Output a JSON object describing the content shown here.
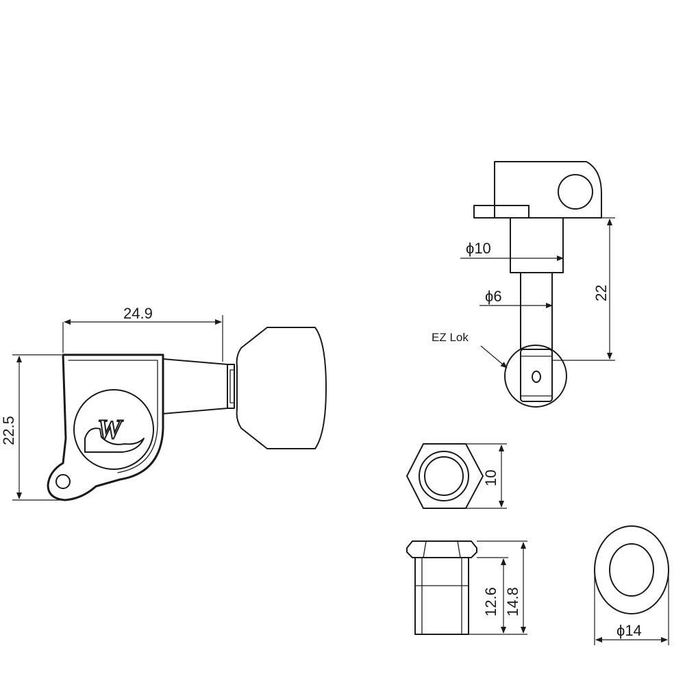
{
  "dimensions": {
    "body_width": "24.9",
    "body_height": "22.5",
    "post_large_diameter": "ϕ10",
    "post_small_diameter": "ϕ6",
    "post_length": "22",
    "nut_width": "10",
    "bushing_length_inner": "12.6",
    "bushing_length_outer": "14.8",
    "washer_diameter": "ϕ14"
  },
  "callouts": {
    "ez_lok": "EZ Lok"
  },
  "logo": {
    "letter": "W"
  }
}
